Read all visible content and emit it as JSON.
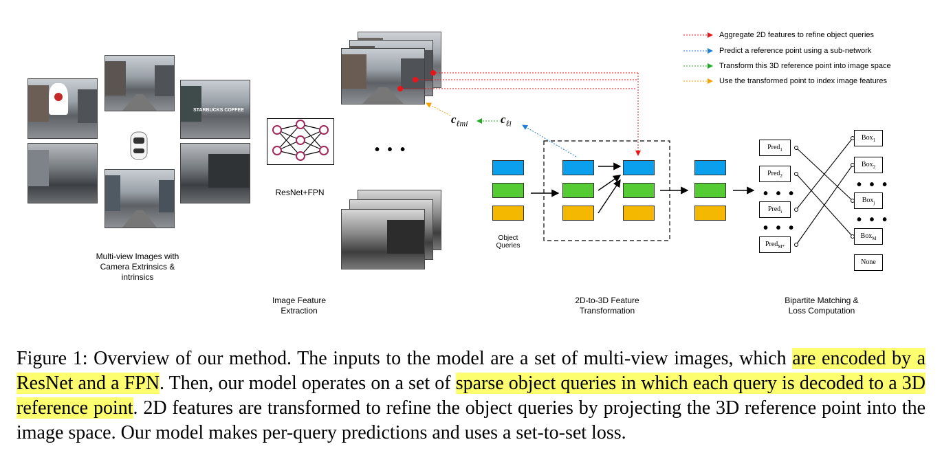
{
  "figure": {
    "multiview_label": "Multi-view Images with Camera Extrinsics & intrinsics",
    "backbone_label": "ResNet+FPN",
    "extraction_label": "Image Feature Extraction",
    "object_queries_label": "Object Queries",
    "transform_label": "2D-to-3D Feature Transformation",
    "matching_label": "Bipartite Matching & Loss Computation",
    "ellipsis": "• • •",
    "c_lmi": "c",
    "c_lmi_sub": "ℓmi",
    "c_li": "c",
    "c_li_sub": "ℓi",
    "storefront_text": "STARBUCKS COFFEE",
    "preds": [
      {
        "base": "Pred",
        "sub": "1"
      },
      {
        "base": "Pred",
        "sub": "2"
      },
      {
        "base": "Pred",
        "sub": "i"
      },
      {
        "base": "Pred",
        "sub": "M*"
      }
    ],
    "boxes": [
      {
        "base": "Box",
        "sub": "1"
      },
      {
        "base": "Box",
        "sub": "2"
      },
      {
        "base": "Box",
        "sub": "j"
      },
      {
        "base": "Box",
        "sub": "M"
      }
    ],
    "none_label": "None",
    "legend": [
      {
        "text": "Aggregate 2D features to refine object queries",
        "color": "#e8161a"
      },
      {
        "text": "Predict a reference point using a sub-network",
        "color": "#1f7fd4"
      },
      {
        "text": "Transform this 3D reference point into image space",
        "color": "#22aa22"
      },
      {
        "text": "Use the transformed point to index image features",
        "color": "#f5a000"
      }
    ],
    "colors": {
      "query_blue": "#0aa0ee",
      "query_green": "#55cc33",
      "query_orange": "#f5b800",
      "network_node": "#a0285a"
    }
  },
  "caption": {
    "prefix": "Figure 1: Overview of our method. The inputs to the model are a set of multi-view images, which ",
    "hl1": "are encoded by a ResNet and a FPN",
    "mid": ". Then, our model operates on a set of ",
    "hl2": "sparse object queries in which each query is decoded to a 3D reference point",
    "suffix": ".  2D features are transformed to refine the object queries by projecting the 3D reference point into the image space.  Our model makes per-query predictions and uses a set-to-set loss."
  }
}
